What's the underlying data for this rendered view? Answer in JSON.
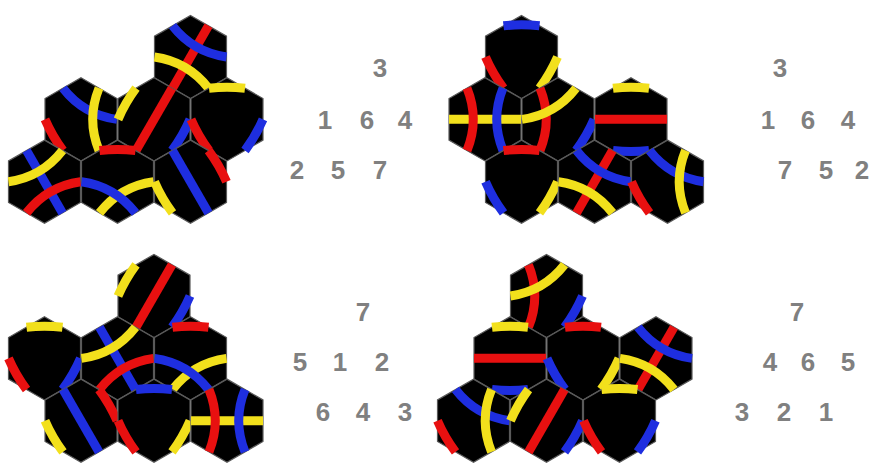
{
  "diagram": {
    "labels": [
      "3",
      "1",
      "6",
      "4",
      "2",
      "5",
      "7",
      "3",
      "1",
      "6",
      "4",
      "7",
      "5",
      "2",
      "7",
      "5",
      "1",
      "2",
      "6",
      "4",
      "3",
      "7",
      "4",
      "6",
      "5",
      "3",
      "2",
      "1"
    ]
  }
}
